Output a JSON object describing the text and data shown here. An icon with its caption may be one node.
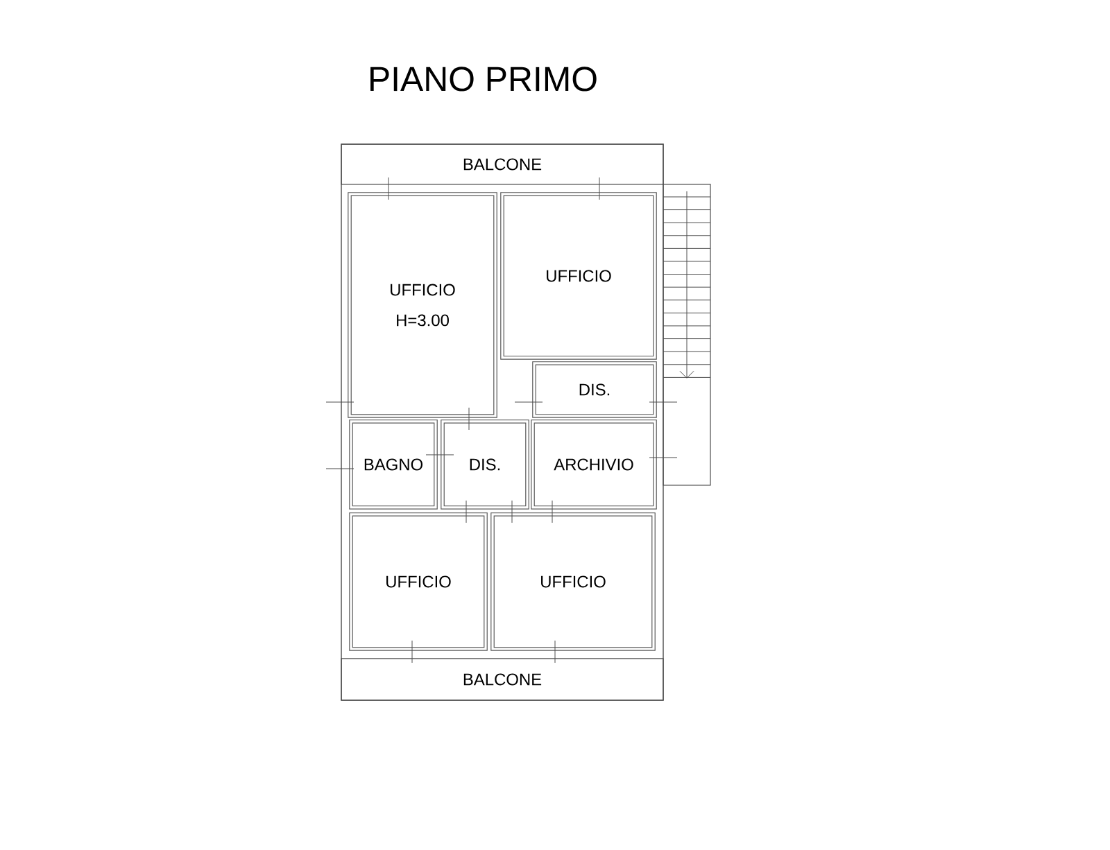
{
  "diagram": {
    "title": "PIANO PRIMO",
    "nodes": [
      {
        "text": [
          "BALCONE"
        ]
      },
      {
        "text": [
          "UFFICIO",
          "H=3.00"
        ]
      },
      {
        "text": [
          "UFFICIO"
        ]
      },
      {
        "text": [
          "DIS."
        ]
      },
      {
        "text": [
          "BAGNO"
        ]
      },
      {
        "text": [
          "DIS."
        ]
      },
      {
        "text": [
          "ARCHIVIO"
        ]
      },
      {
        "text": [
          "UFFICIO"
        ]
      },
      {
        "text": [
          "UFFICIO"
        ]
      },
      {
        "text": [
          "BALCONE"
        ]
      }
    ]
  }
}
